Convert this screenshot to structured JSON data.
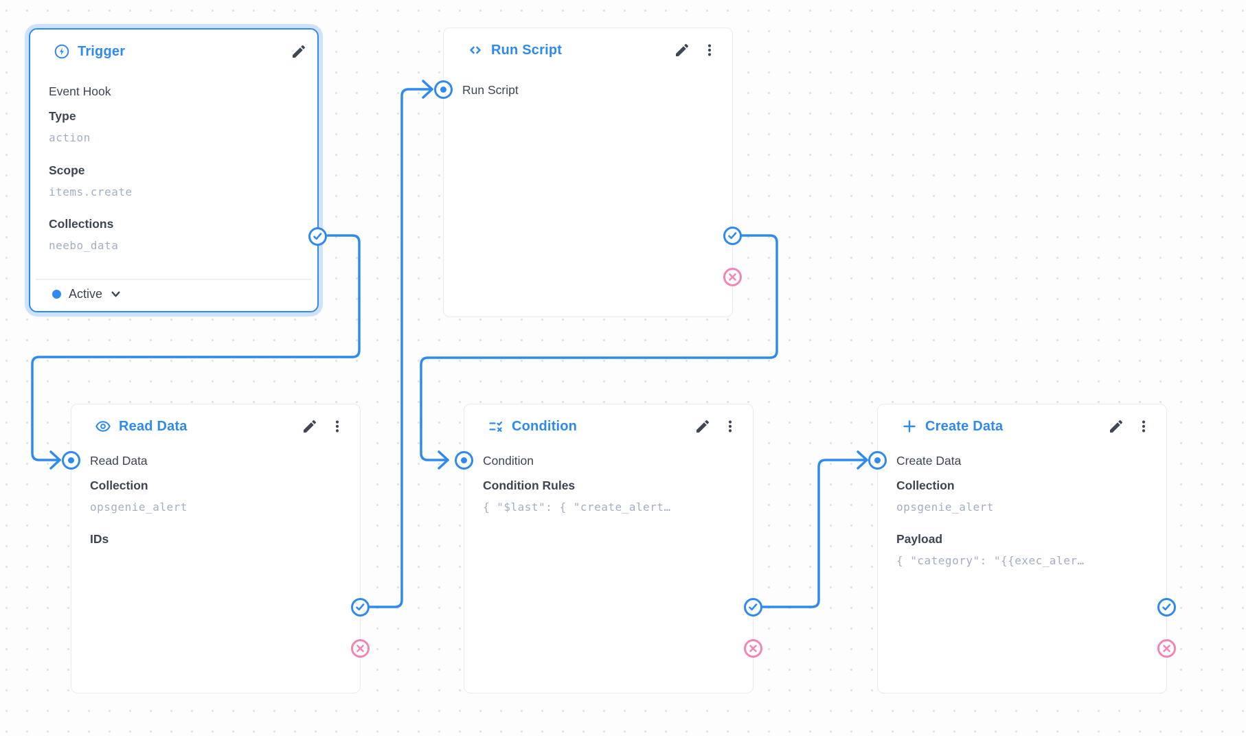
{
  "app": {
    "view": "flow-editor-canvas"
  },
  "colors": {
    "accent_blue": "#2e8af0",
    "reject_pink": "#f285b5",
    "label_dark": "#3d4553",
    "value_muted": "#a3aec2",
    "node_border": "#e8ebf0",
    "selection_ring": "#cfe2fb",
    "dot_grid": "#dfe3e9"
  },
  "nodes": [
    {
      "id": "trigger",
      "title": "Trigger",
      "icon": "bolt-circle-icon",
      "selected": true,
      "subtitle": "Event Hook",
      "fields": [
        {
          "label": "Type",
          "value": "action"
        },
        {
          "label": "Scope",
          "value": "items.create"
        },
        {
          "label": "Collections",
          "value": "neebo_data"
        }
      ],
      "status": {
        "label": "Active",
        "dot_color": "#2e8af0"
      },
      "ports": [
        "resolve"
      ]
    },
    {
      "id": "run-script",
      "title": "Run Script",
      "icon": "code-icon",
      "input_label": "Run Script",
      "fields": [],
      "ports": [
        "input",
        "resolve",
        "reject"
      ]
    },
    {
      "id": "read-data",
      "title": "Read Data",
      "icon": "eye-icon",
      "input_label": "Read Data",
      "fields": [
        {
          "label": "Collection",
          "value": "opsgenie_alert"
        },
        {
          "label": "IDs",
          "value": ""
        }
      ],
      "ports": [
        "input",
        "resolve",
        "reject"
      ]
    },
    {
      "id": "condition",
      "title": "Condition",
      "icon": "rule-icon",
      "input_label": "Condition",
      "fields": [
        {
          "label": "Condition Rules",
          "value": "{ \"$last\": { \"create_alert…"
        }
      ],
      "ports": [
        "input",
        "resolve",
        "reject"
      ]
    },
    {
      "id": "create-data",
      "title": "Create Data",
      "icon": "plus-icon",
      "input_label": "Create Data",
      "fields": [
        {
          "label": "Collection",
          "value": "opsgenie_alert"
        },
        {
          "label": "Payload",
          "value": "{ \"category\": \"{{exec_aler…"
        }
      ],
      "ports": [
        "input",
        "resolve",
        "reject"
      ]
    }
  ],
  "connections": [
    {
      "from": "trigger",
      "port": "resolve",
      "to": "read-data"
    },
    {
      "from": "read-data",
      "port": "resolve",
      "to": "run-script"
    },
    {
      "from": "run-script",
      "port": "resolve",
      "to": "condition"
    },
    {
      "from": "condition",
      "port": "resolve",
      "to": "create-data"
    }
  ]
}
